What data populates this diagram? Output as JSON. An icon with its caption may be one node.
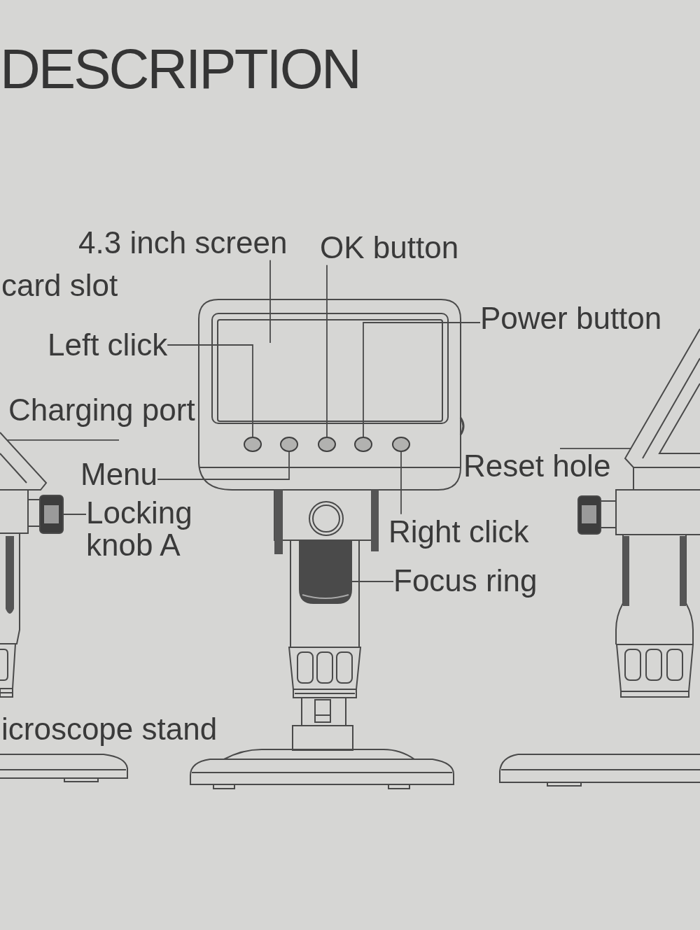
{
  "diagram": {
    "title": "DESCRIPTION",
    "nodes": [
      {
        "text": [
          "4.3 inch screen"
        ]
      },
      {
        "text": [
          "OK button"
        ]
      },
      {
        "text": [
          "Left click"
        ]
      },
      {
        "text": [
          "Power button"
        ]
      },
      {
        "text": [
          "Charging port"
        ]
      },
      {
        "text": [
          "Menu"
        ]
      },
      {
        "text": [
          "Reset hole"
        ]
      },
      {
        "text": [
          "Locking knob A"
        ]
      },
      {
        "text": [
          "Right click"
        ]
      },
      {
        "text": [
          "Focus ring"
        ]
      },
      {
        "text": [],
        "shape": "circle"
      },
      {
        "text": [],
        "shape": "circle"
      },
      {
        "text": [],
        "shape": "circle"
      },
      {
        "text": [],
        "shape": "circle"
      },
      {
        "text": [],
        "shape": "circle"
      }
    ],
    "edges": [
      {
        "from": 0,
        "to": null,
        "arrow": "none"
      },
      {
        "from": 1,
        "to": 12,
        "arrow": "none"
      },
      {
        "from": 2,
        "to": 10,
        "arrow": "none"
      },
      {
        "from": 3,
        "to": 13,
        "arrow": "none"
      },
      {
        "from": 4,
        "to": null,
        "arrow": "none"
      },
      {
        "from": 5,
        "to": 11,
        "arrow": "none"
      },
      {
        "from": 6,
        "to": null,
        "arrow": "none"
      },
      {
        "from": 7,
        "to": null,
        "arrow": "none"
      },
      {
        "from": 8,
        "to": 14,
        "arrow": "none"
      },
      {
        "from": 9,
        "to": null,
        "arrow": "none"
      }
    ],
    "labels": [
      "card slot",
      "icroscope stand"
    ]
  }
}
